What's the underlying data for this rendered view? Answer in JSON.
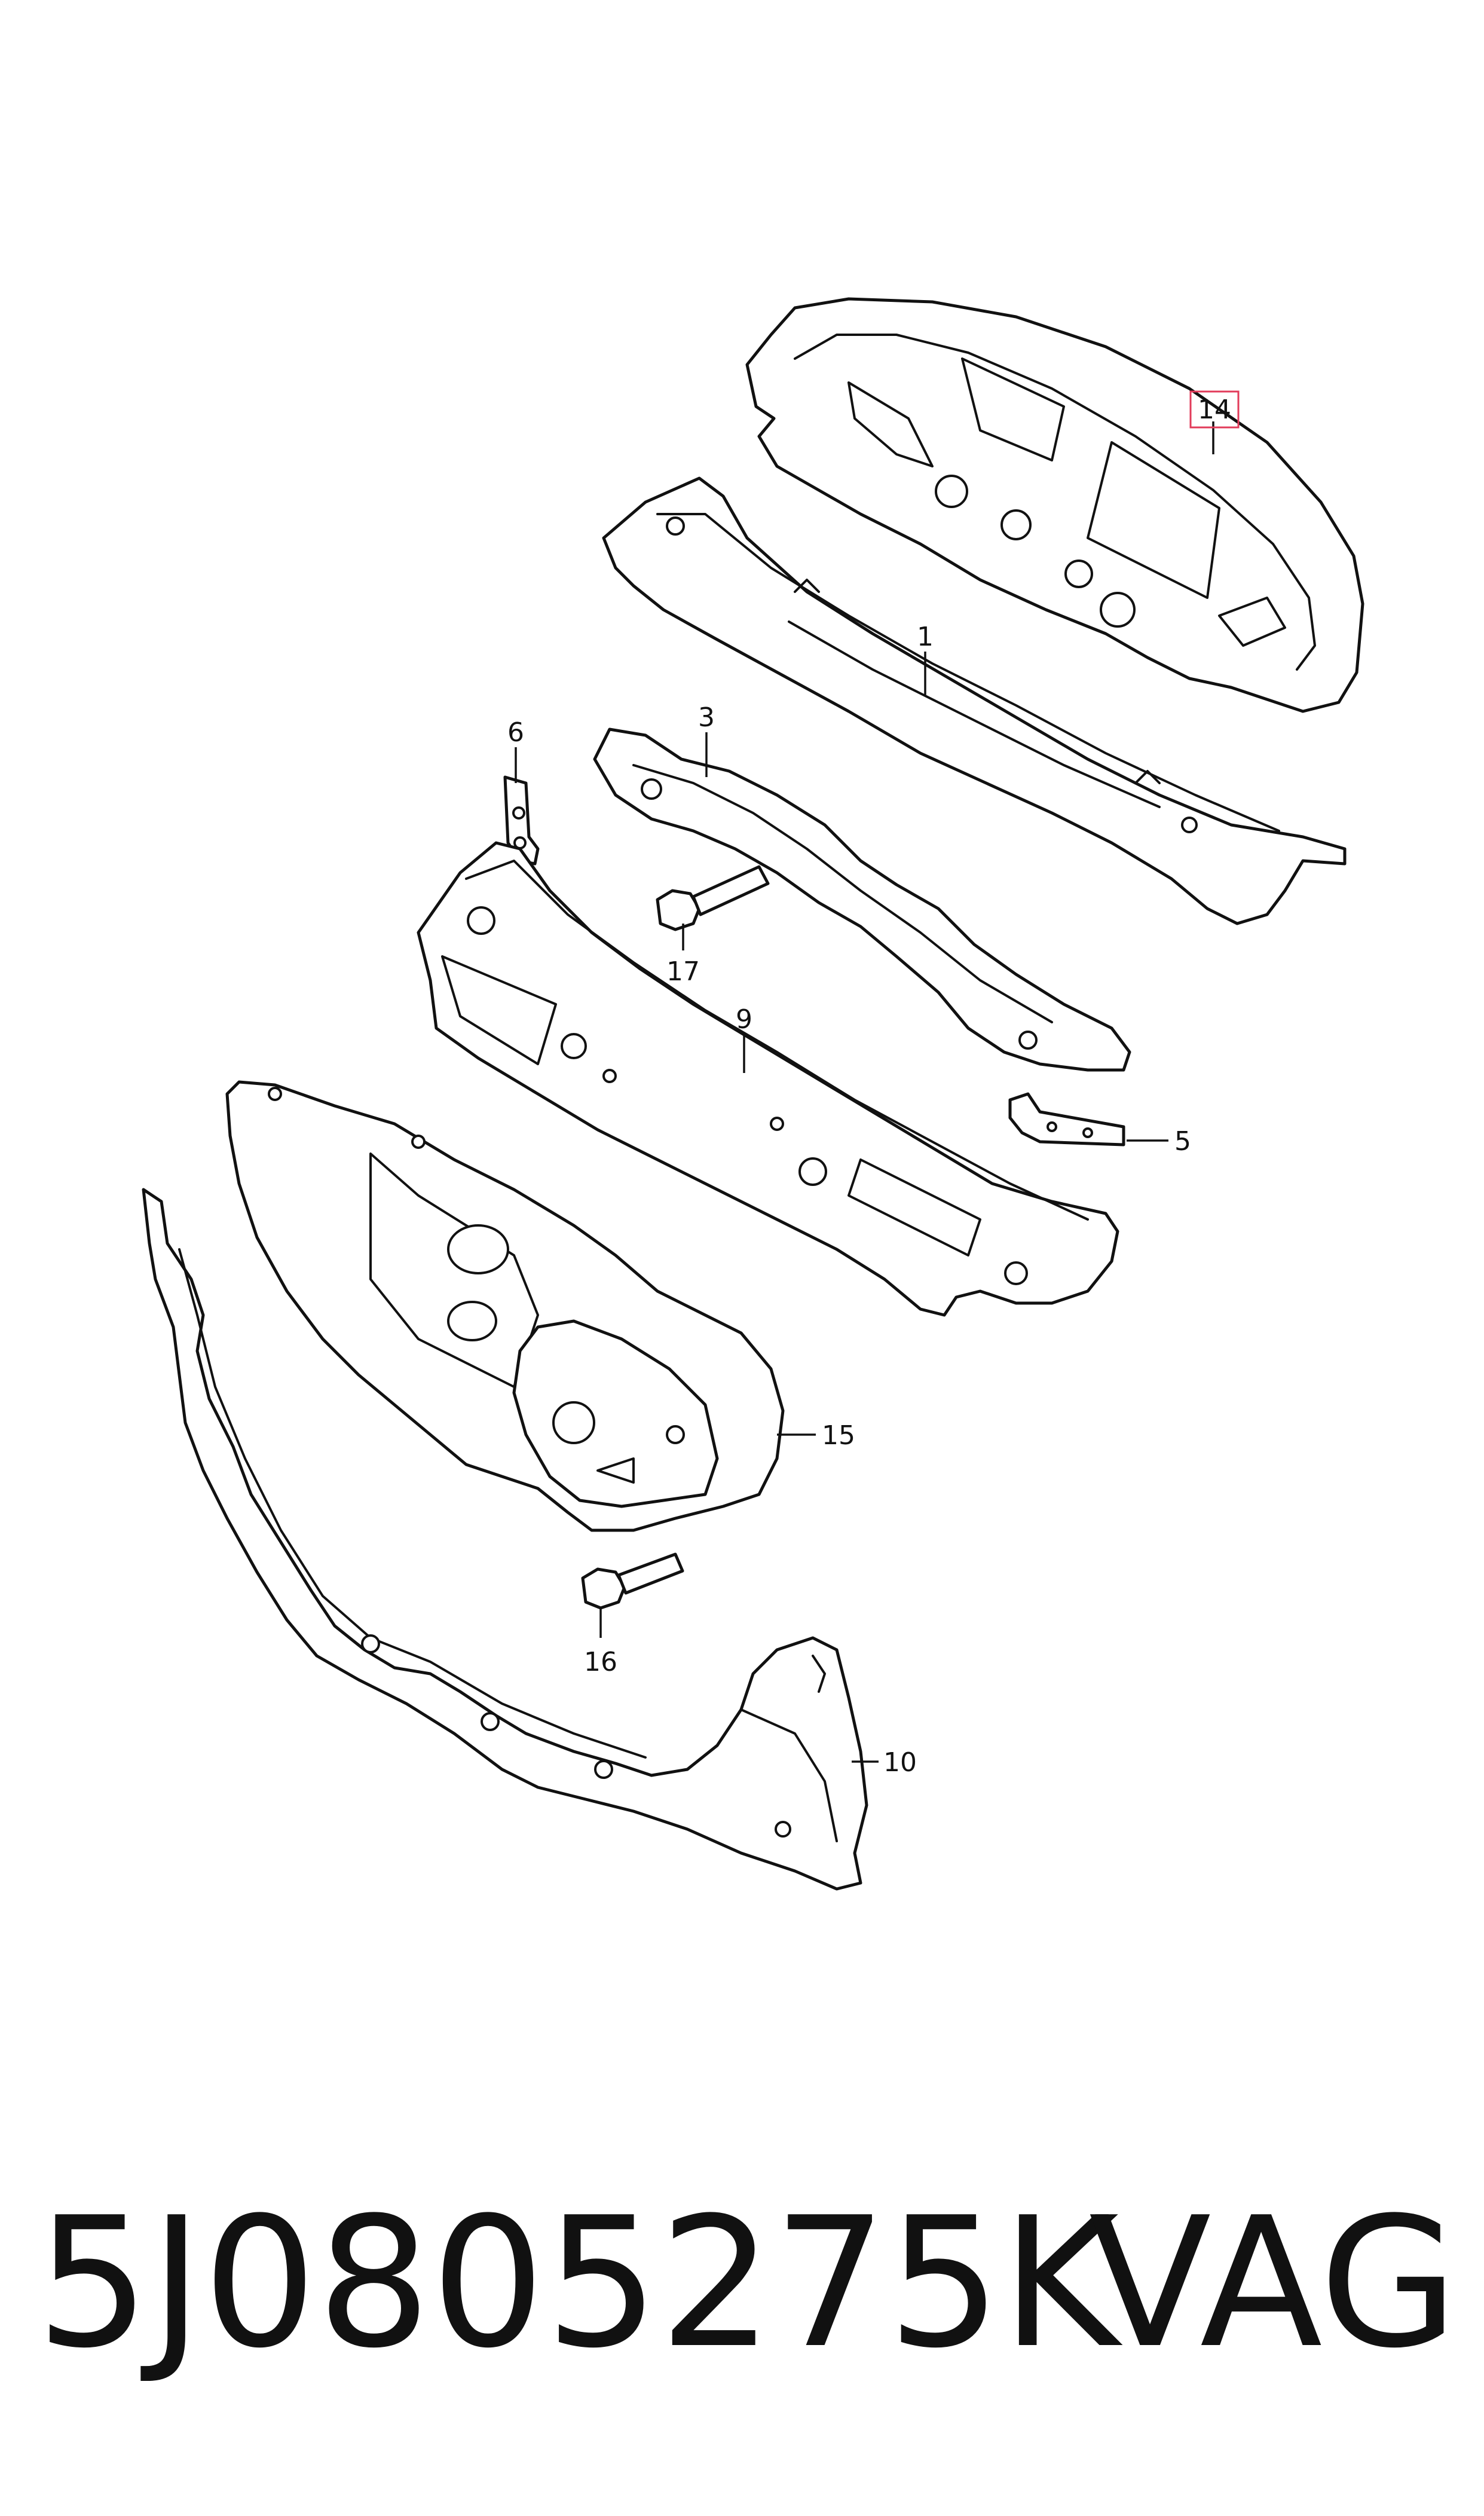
{
  "callouts": {
    "c1": "1",
    "c3": "3",
    "c5": "5",
    "c6": "6",
    "c9": "9",
    "c10": "10",
    "c14": "14",
    "c15": "15",
    "c16": "16",
    "c17": "17"
  },
  "highlight_color": "#e23b5a",
  "footer": {
    "part_number": "5J0805275K",
    "brand": "VAG"
  }
}
